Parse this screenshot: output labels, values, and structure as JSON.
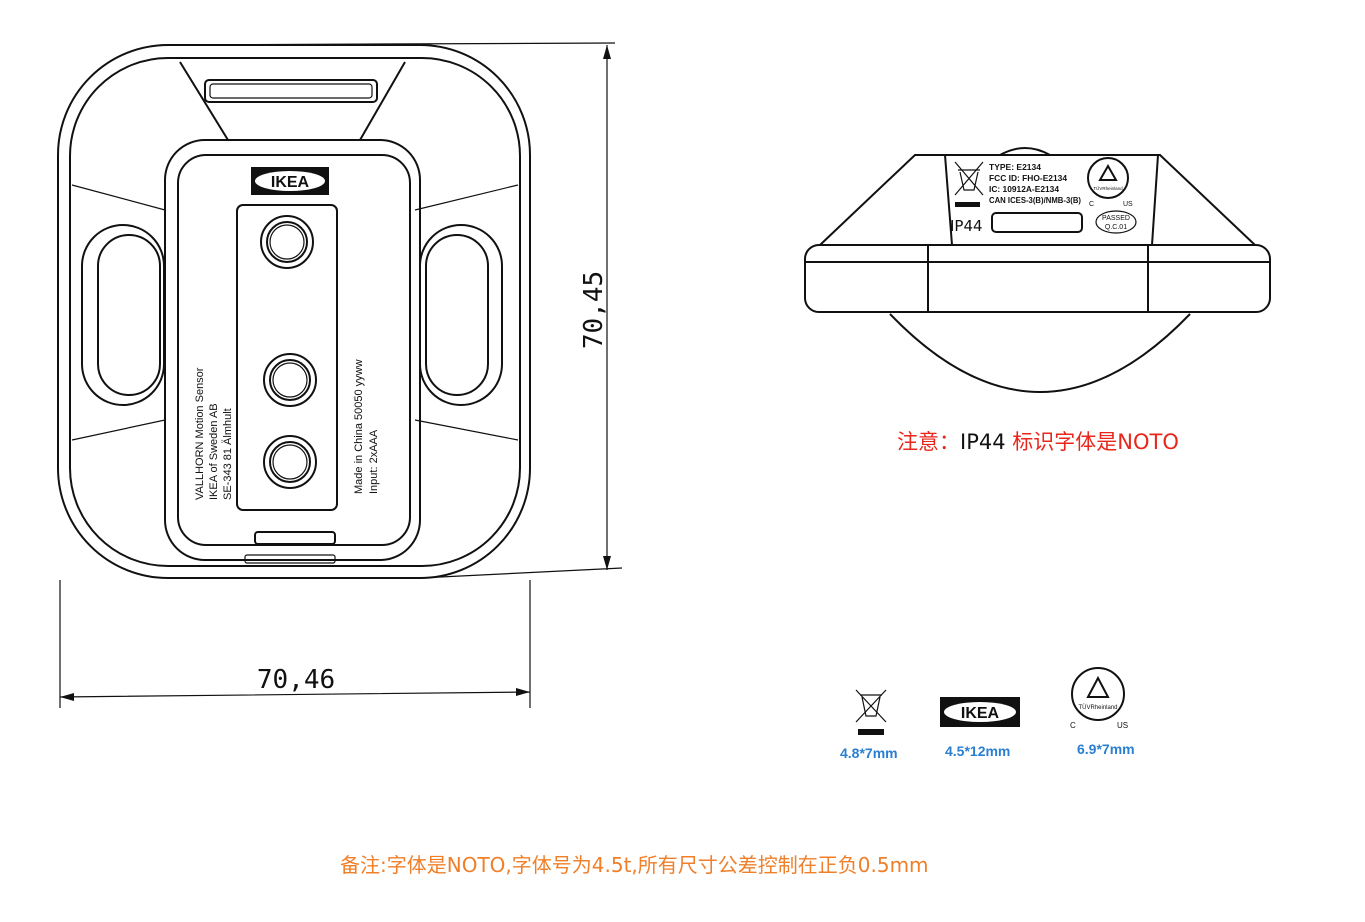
{
  "front_view": {
    "logo": "IKEA",
    "label_left": [
      "VALLHORN Motion Sensor",
      "IKEA of Sweden AB",
      "SE-343 81 Älmhult"
    ],
    "label_right": [
      "Made in China 50050 yyww",
      "Input: 2xAAA"
    ],
    "dim_height": "70,45",
    "dim_width": "70,46"
  },
  "side_view": {
    "specs": [
      "TYPE: E2134",
      "FCC ID: FHO-E2134",
      "IC: 10912A-E2134",
      "CAN ICES-3(B)/NMB-3(B)"
    ],
    "ip_rating": "IP44",
    "tuv": "TÜVRheinland",
    "tuv_c": "C",
    "tuv_us": "US",
    "passed": [
      "PASSED",
      "Q.C.01"
    ]
  },
  "note_top": {
    "prefix": "注意：",
    "ip": "IP44",
    "suffix": " 标识字体是NOTO"
  },
  "symbols": [
    {
      "name": "weee-bin",
      "size": "4.8*7mm"
    },
    {
      "name": "ikea-logo",
      "label": "IKEA",
      "size": "4.5*12mm"
    },
    {
      "name": "tuv-mark",
      "label": "TÜVRheinland",
      "c": "C",
      "us": "US",
      "size": "6.9*7mm"
    }
  ],
  "note_bottom": "备注:字体是NOTO,字体号为4.5t,所有尺寸公差控制在正负0.5mm",
  "colors": {
    "red": "#e8261c",
    "orange": "#f07f2a",
    "blue": "#2a7fd0"
  }
}
